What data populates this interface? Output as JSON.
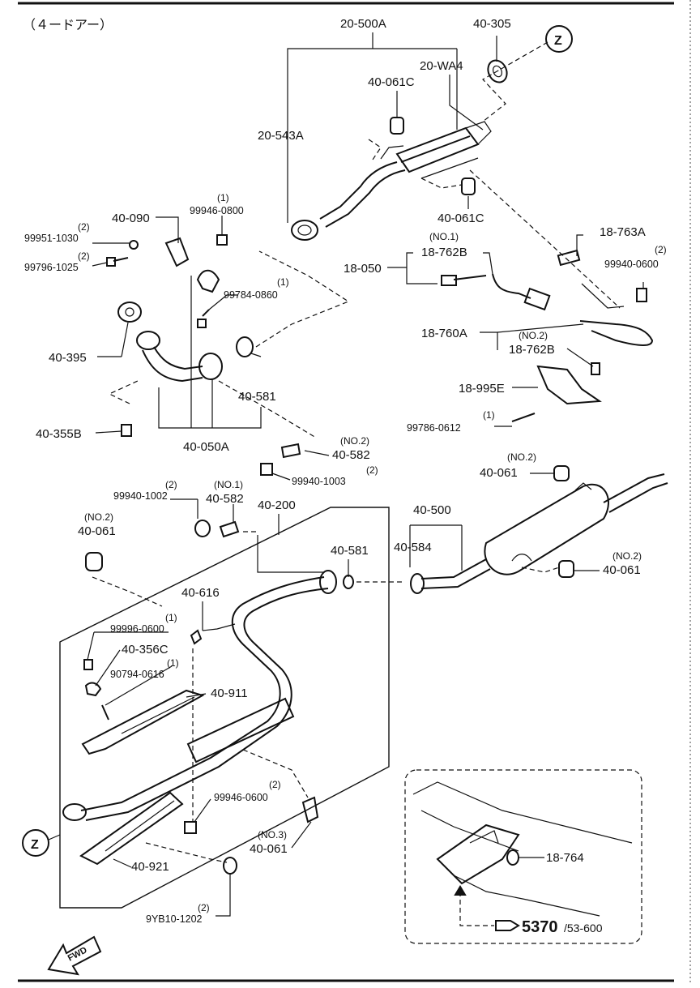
{
  "header": {
    "variant_note": "（４ードアー）"
  },
  "callouts": {
    "z_marker": "Z",
    "fwd_marker": "FWD",
    "ref_page_main": "5370",
    "ref_page_sub": "/53-600"
  },
  "labels": {
    "p_20_500A": "20-500A",
    "p_40_305": "40-305",
    "p_20_WA4": "20-WA4",
    "p_40_061C_top": "40-061C",
    "p_20_543A": "20-543A",
    "p_40_061C_mid": "40-061C",
    "p_18_763A": "18-763A",
    "q_99940_0600": "(2)",
    "p_99940_0600": "99940-0600",
    "p_40_090": "40-090",
    "q_99946_0800": "(1)",
    "p_99946_0800": "99946-0800",
    "q_99951_1030": "(2)",
    "p_99951_1030": "99951-1030",
    "q_99796_1025": "(2)",
    "p_99796_1025": "99796-1025",
    "q_99784_0860": "(1)",
    "p_99784_0860": "99784-0860",
    "q_no1_18_762B": "(NO.1)",
    "p_18_762B_no1": "18-762B",
    "p_18_050": "18-050",
    "p_40_395": "40-395",
    "p_18_760A": "18-760A",
    "q_no2_18_762B": "(NO.2)",
    "p_18_762B_no2": "18-762B",
    "p_40_581_top": "40-581",
    "p_18_995E": "18-995E",
    "p_40_355B": "40-355B",
    "p_40_050A": "40-050A",
    "q_99786_0612": "(1)",
    "p_99786_0612": "99786-0612",
    "q_no2_40_582": "(NO.2)",
    "p_40_582_no2": "40-582",
    "q_99940_1003": "(2)",
    "p_99940_1003": "99940-1003",
    "q_no2_40_061_r": "(NO.2)",
    "p_40_061_r": "40-061",
    "q_99940_1002": "(2)",
    "p_99940_1002": "99940-1002",
    "q_no1_40_582": "(NO.1)",
    "p_40_582_no1": "40-582",
    "p_40_200": "40-200",
    "p_40_500": "40-500",
    "q_no2_40_061_l": "(NO.2)",
    "p_40_061_l": "40-061",
    "p_40_584": "40-584",
    "p_40_581_mid": "40-581",
    "q_no2_40_061_rr": "(NO.2)",
    "p_40_061_rr": "40-061",
    "p_40_616": "40-616",
    "q_99996_0600": "(1)",
    "p_99996_0600": "99996-0600",
    "p_40_356C": "40-356C",
    "q_90794_0616": "(1)",
    "p_90794_0616": "90794-0616",
    "p_40_911": "40-911",
    "q_99946_0600": "(2)",
    "p_99946_0600": "99946-0600",
    "q_no3_40_061": "(NO.3)",
    "p_40_061_no3": "40-061",
    "p_18_764": "18-764",
    "p_40_921": "40-921",
    "q_9YB10_1202": "(2)",
    "p_9YB10_1202": "9YB10-1202"
  }
}
